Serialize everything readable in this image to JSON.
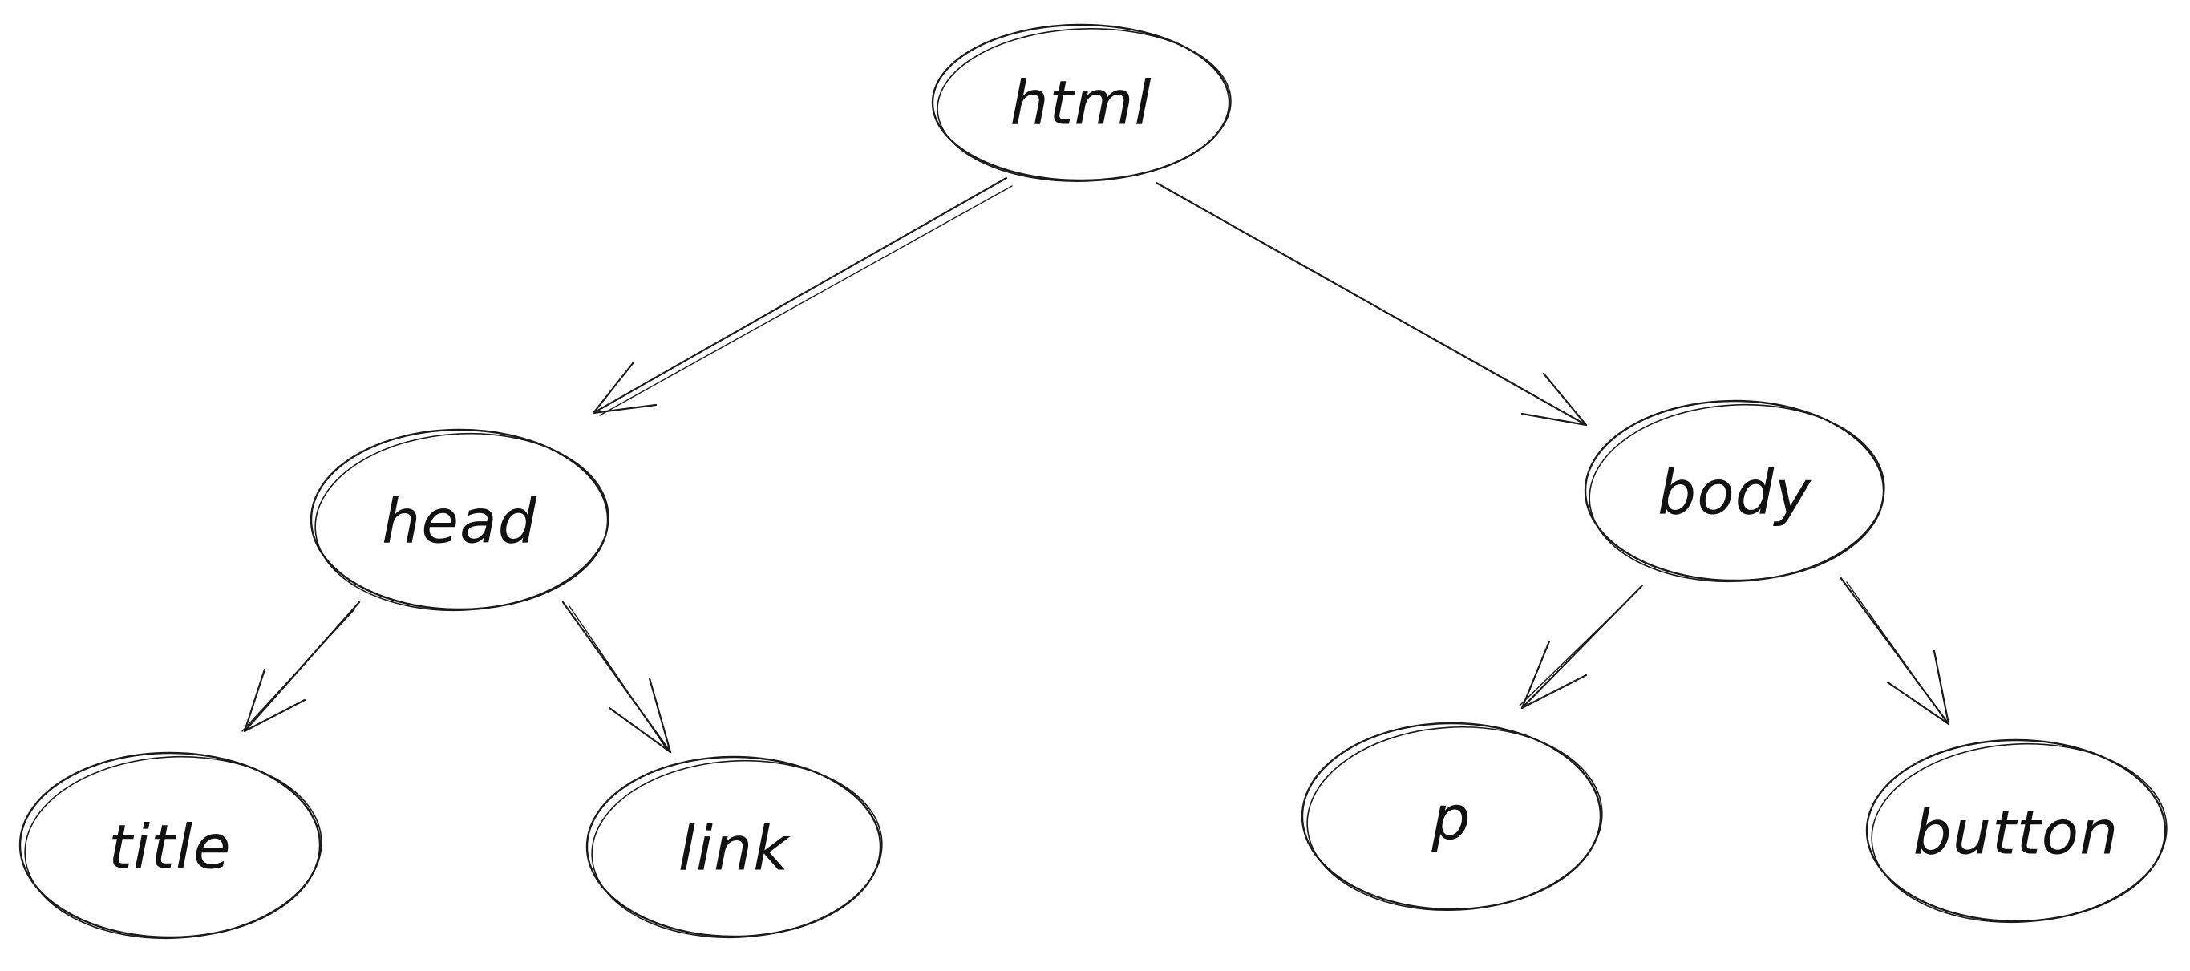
{
  "diagram": {
    "nodes": [
      {
        "id": "html",
        "label": "html"
      },
      {
        "id": "head",
        "label": "head"
      },
      {
        "id": "body",
        "label": "body"
      },
      {
        "id": "title",
        "label": "title"
      },
      {
        "id": "link",
        "label": "link"
      },
      {
        "id": "p",
        "label": "p"
      },
      {
        "id": "button",
        "label": "button"
      }
    ],
    "edges": [
      {
        "from": "html",
        "to": "head"
      },
      {
        "from": "html",
        "to": "body"
      },
      {
        "from": "head",
        "to": "title"
      },
      {
        "from": "head",
        "to": "link"
      },
      {
        "from": "body",
        "to": "p"
      },
      {
        "from": "body",
        "to": "button"
      }
    ],
    "stroke_color": "#1a1a1a",
    "background_color": "#ffffff"
  }
}
